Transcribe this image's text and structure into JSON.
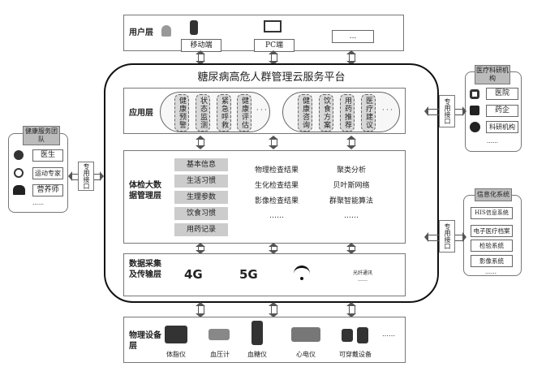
{
  "title": "糖尿病高危人群管理云服务平台",
  "user_layer": {
    "label": "用户层",
    "mobile": "移动端",
    "pc": "PC端",
    "more": "..."
  },
  "app_layer": {
    "label": "应用层",
    "group1": [
      "健康预警",
      "状态监测",
      "紧急呼救",
      "健康评估"
    ],
    "group2": [
      "健康咨询",
      "饮食方案",
      "用药推荐",
      "医疗建议"
    ],
    "more": "· · ·"
  },
  "data_layer": {
    "label": "体检大数据管理层",
    "col1": [
      "基本信息",
      "生活习惯",
      "生理参数",
      "饮食习惯",
      "用药记录"
    ],
    "col2": [
      "物理检查结果",
      "生化检查结果",
      "影像检查结果",
      "……"
    ],
    "col3": [
      "聚类分析",
      "贝叶斯网络",
      "群聚智能算法",
      "……"
    ]
  },
  "collect_layer": {
    "label": "数据采集及传输层",
    "items": [
      "4G",
      "5G"
    ],
    "fiber": "光纤通讯",
    "fiber_more": "……"
  },
  "device_layer": {
    "label": "物理设备层",
    "devices": [
      "体脂仪",
      "血压计",
      "血糖仪",
      "心电仪",
      "可穿戴设备"
    ],
    "more": "……"
  },
  "team": {
    "title": "健康服务团队",
    "items": [
      "医生",
      "运动专家",
      "营养师"
    ],
    "more": "……",
    "interface": "专用接口"
  },
  "research": {
    "title": "医疗科研机构",
    "items": [
      "医院",
      "药企",
      "科研机构"
    ],
    "more": "……",
    "interface": "专用接口"
  },
  "info": {
    "title": "信息化系统",
    "items": [
      "HIS信息系统",
      "电子医疗档案",
      "检验系统",
      "影像系统"
    ],
    "more": "……",
    "interface": "专用接口"
  }
}
